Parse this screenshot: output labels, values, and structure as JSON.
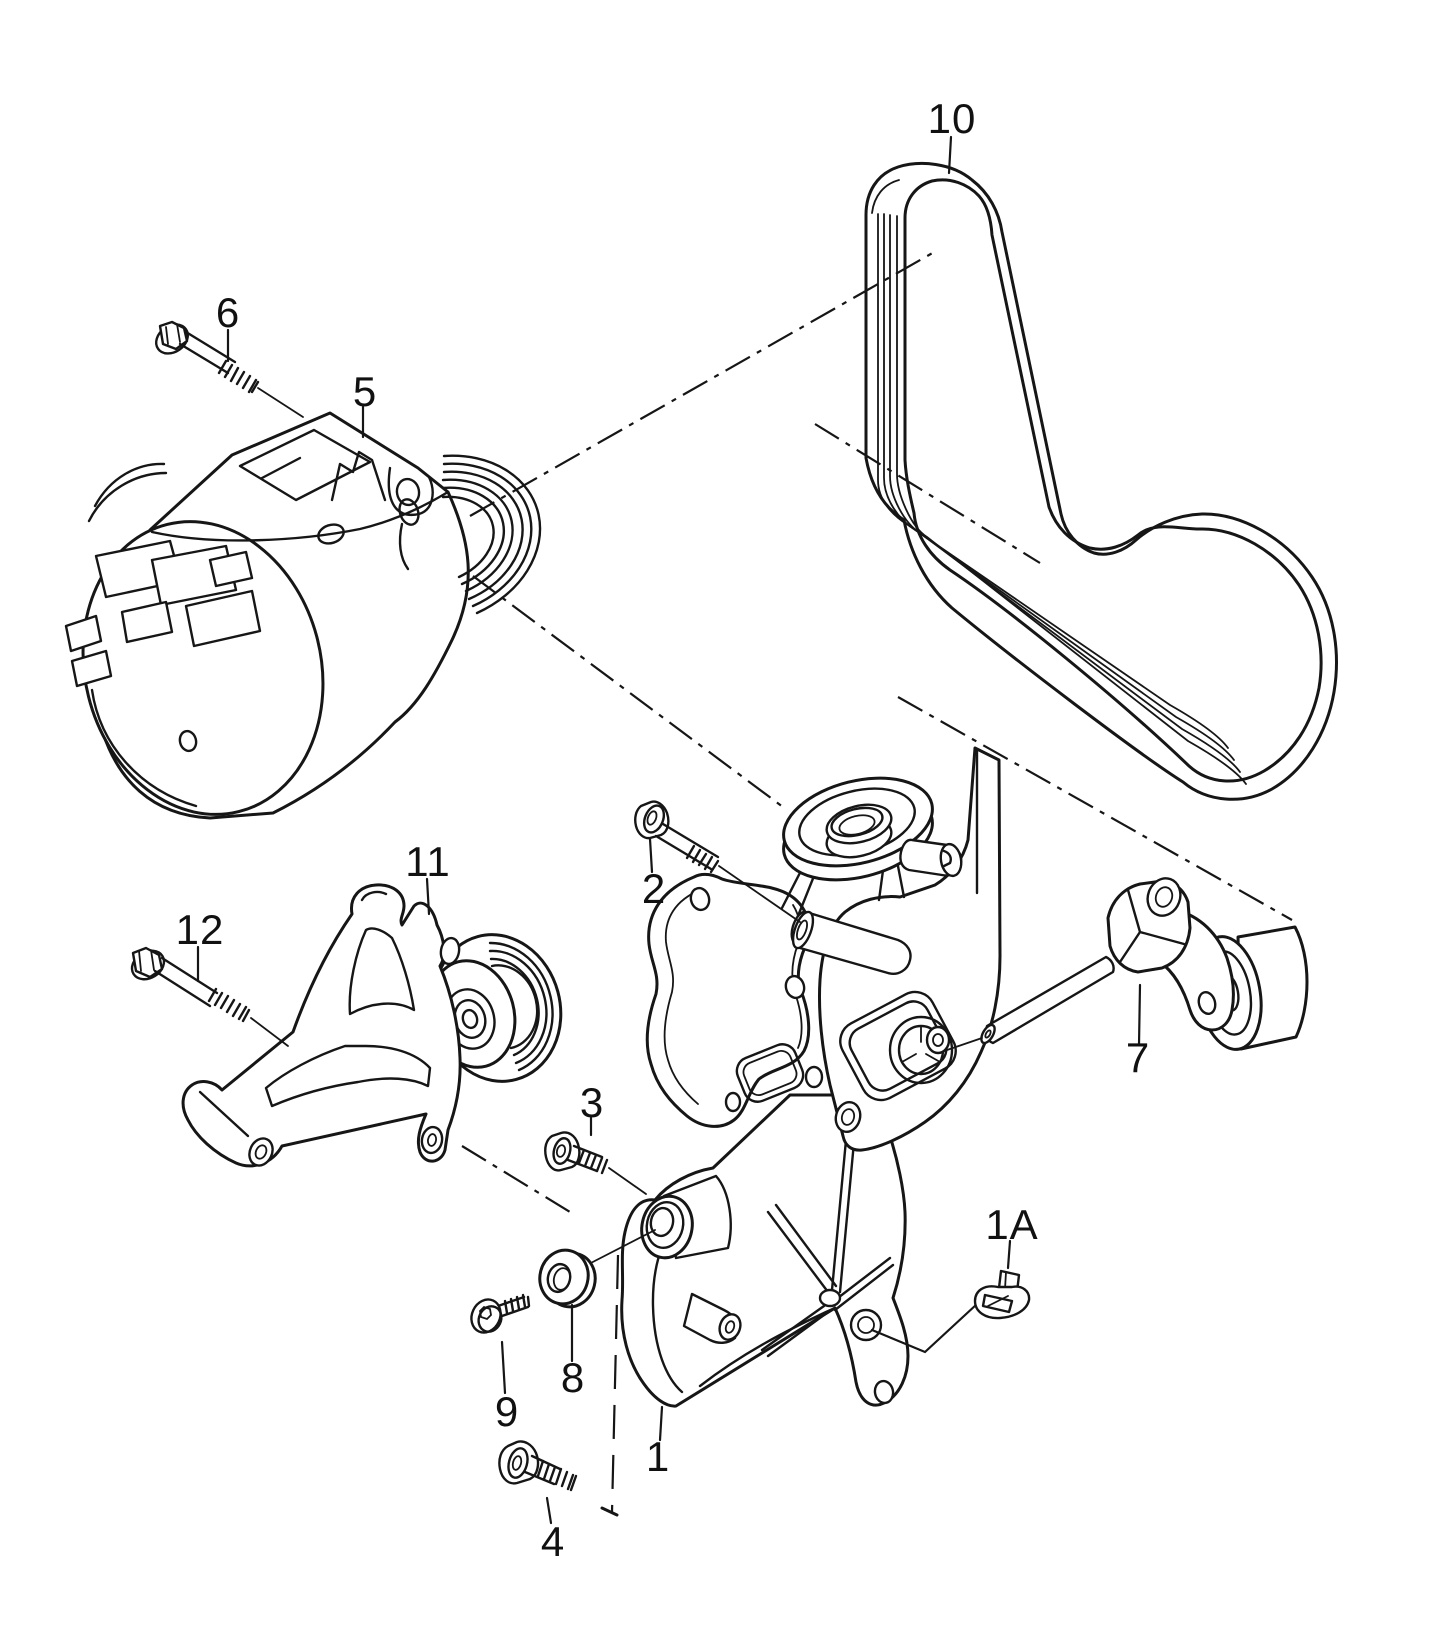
{
  "figure": {
    "kind": "exploded-parts-line-drawing",
    "background_color": "#ffffff",
    "line_color": "#161616"
  },
  "callouts": [
    {
      "id": "1",
      "label": "1"
    },
    {
      "id": "1A",
      "label": "1A"
    },
    {
      "id": "2",
      "label": "2"
    },
    {
      "id": "3",
      "label": "3"
    },
    {
      "id": "4",
      "label": "4"
    },
    {
      "id": "5",
      "label": "5"
    },
    {
      "id": "6",
      "label": "6"
    },
    {
      "id": "7",
      "label": "7"
    },
    {
      "id": "8",
      "label": "8"
    },
    {
      "id": "9",
      "label": "9"
    },
    {
      "id": "10",
      "label": "10"
    },
    {
      "id": "11",
      "label": "11"
    },
    {
      "id": "12",
      "label": "12"
    }
  ]
}
